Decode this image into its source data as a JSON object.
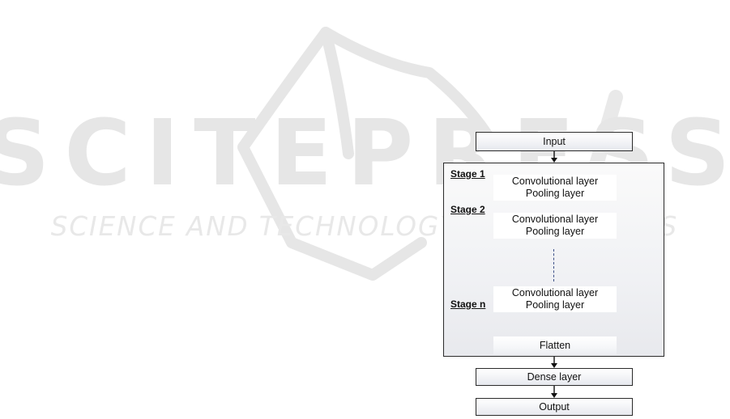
{
  "watermark": {
    "logo_text": "SCITEPRESS",
    "tagline": "SCIENCE AND TECHNOLOGY PUBLICATIONS",
    "color": "#e3e3e3"
  },
  "diagram": {
    "input_label": "Input",
    "stages": [
      {
        "label": "Stage 1",
        "conv": "Convolutional layer",
        "pool": "Pooling layer"
      },
      {
        "label": "Stage 2",
        "conv": "Convolutional layer",
        "pool": "Pooling layer"
      },
      {
        "label": "Stage n",
        "conv": "Convolutional layer",
        "pool": "Pooling layer"
      }
    ],
    "flatten_label": "Flatten",
    "dense_label": "Dense layer",
    "output_label": "Output"
  },
  "colors": {
    "border": "#2b2b2b",
    "dashed_line": "#3b4f86"
  }
}
